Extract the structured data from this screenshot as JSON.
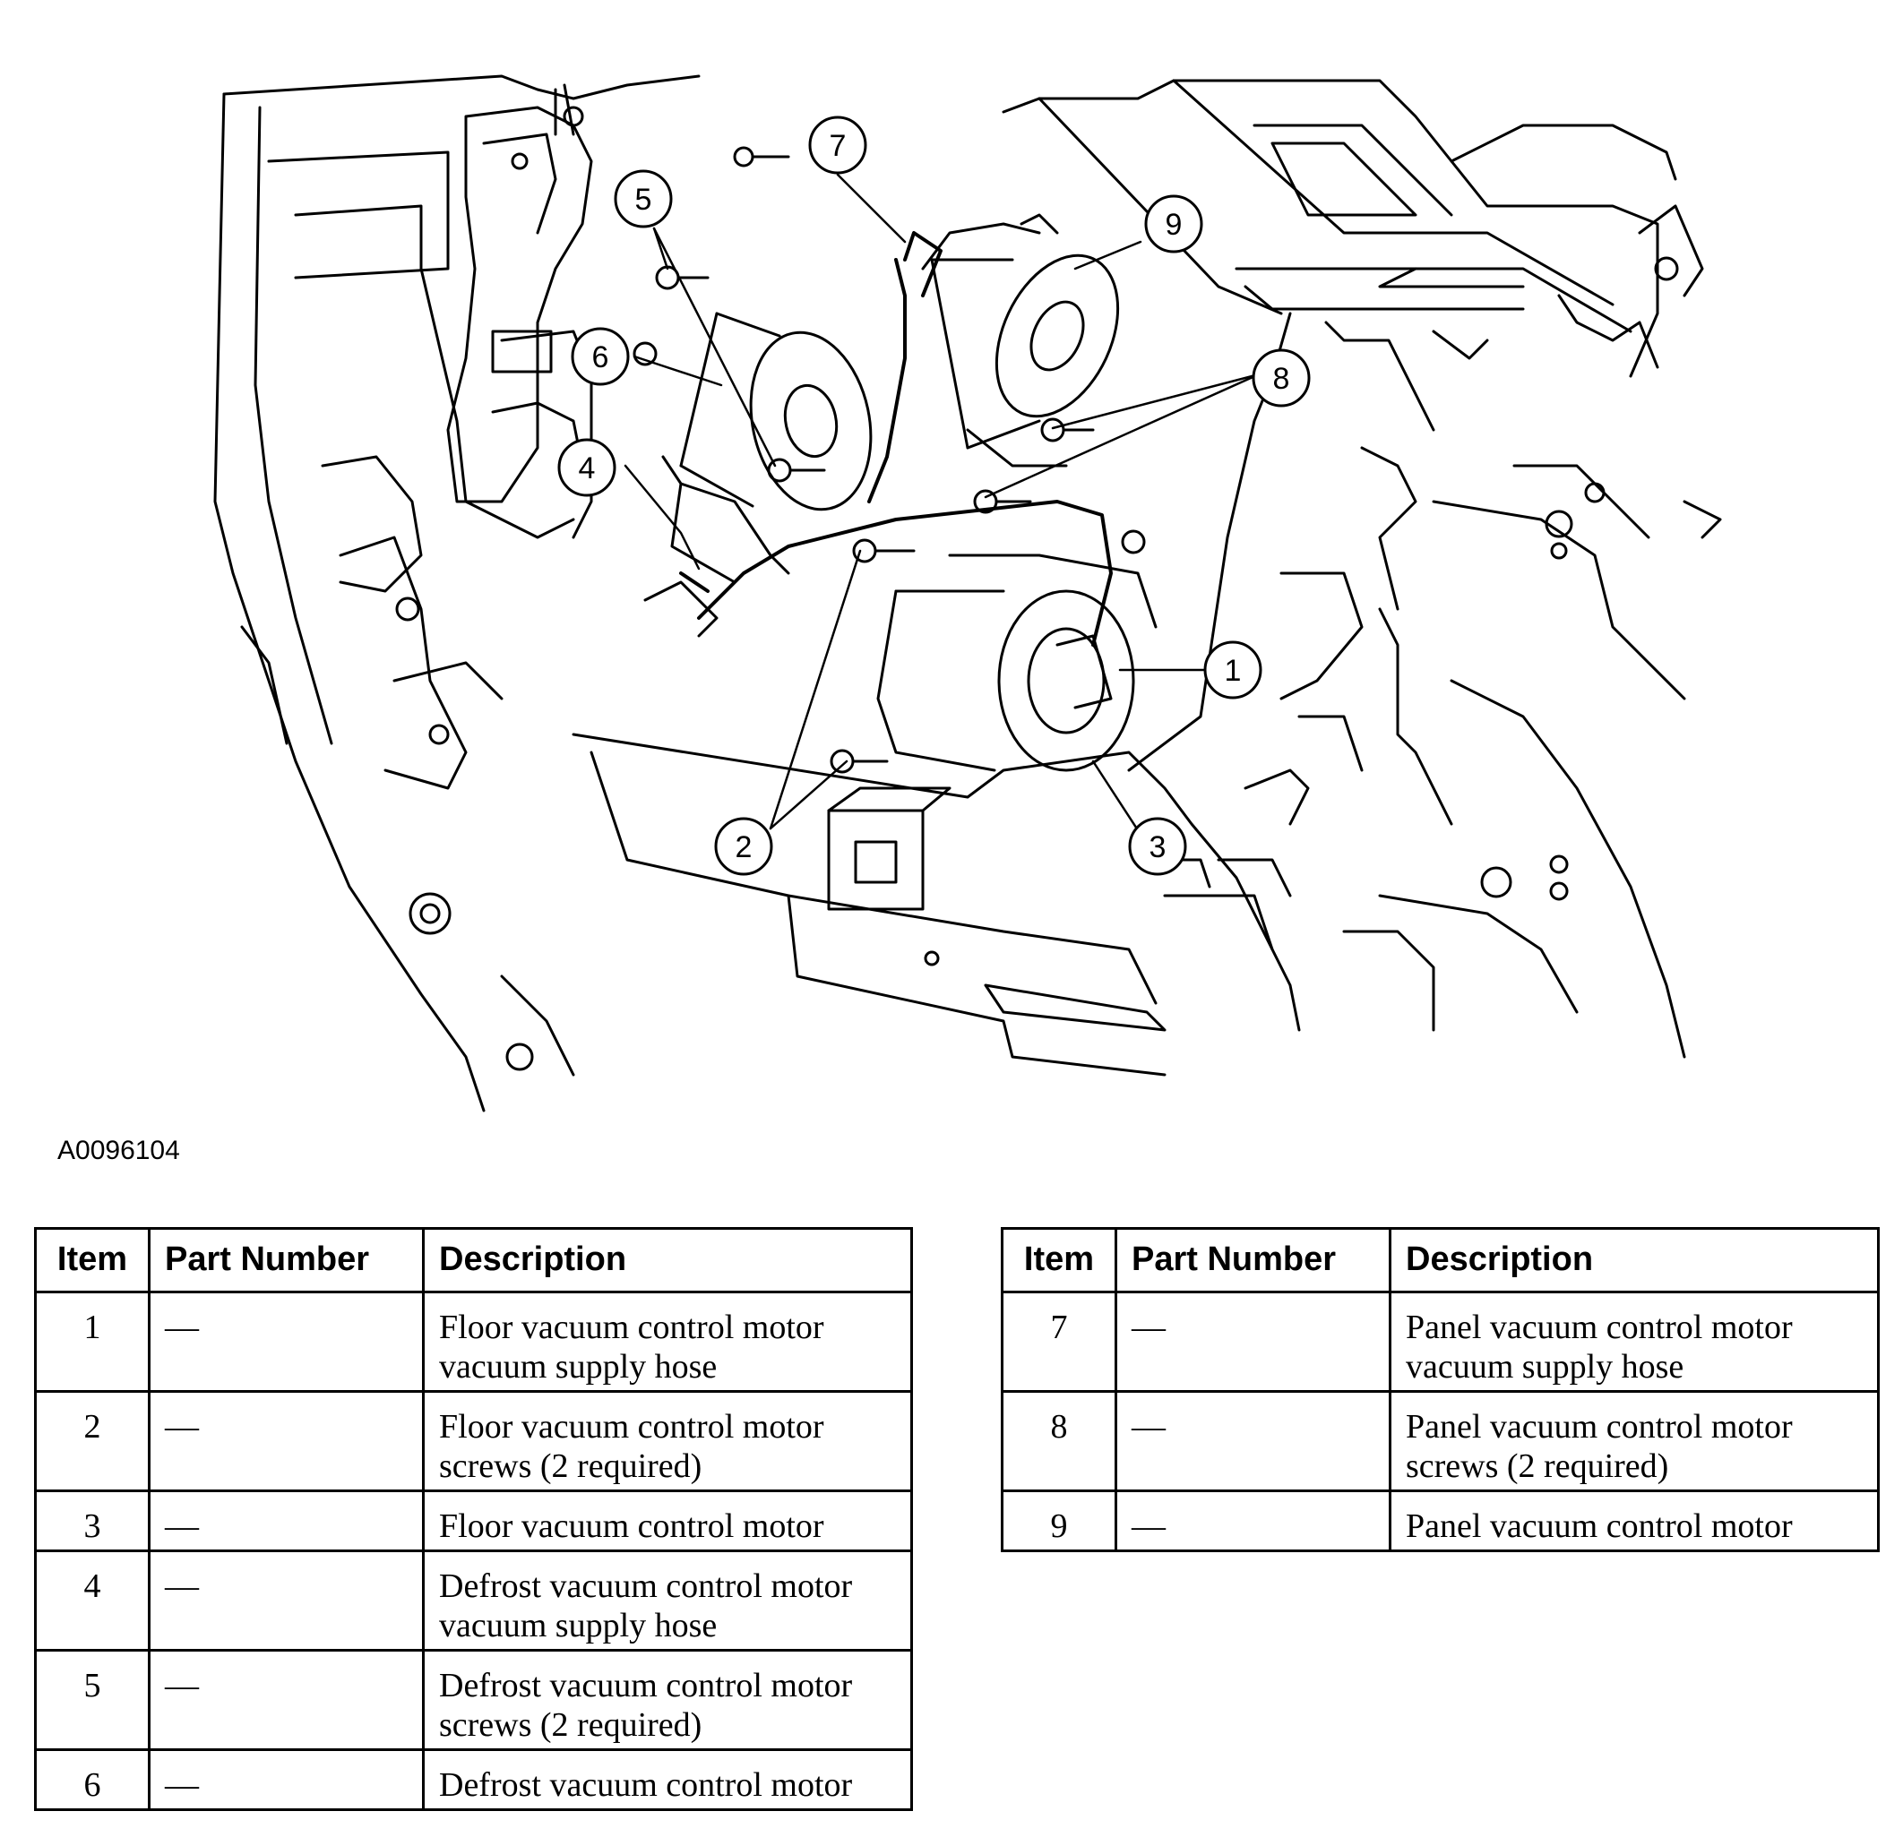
{
  "figure_code": "A0096104",
  "callouts": [
    "1",
    "2",
    "3",
    "4",
    "5",
    "6",
    "7",
    "8",
    "9"
  ],
  "table_headers": {
    "item": "Item",
    "part_number": "Part Number",
    "description": "Description"
  },
  "parts_left": [
    {
      "item": "1",
      "part_number": "—",
      "description": "Floor vacuum control motor vacuum supply hose"
    },
    {
      "item": "2",
      "part_number": "—",
      "description": "Floor vacuum control motor screws (2 required)"
    },
    {
      "item": "3",
      "part_number": "—",
      "description": "Floor vacuum control motor"
    },
    {
      "item": "4",
      "part_number": "—",
      "description": "Defrost vacuum control motor vacuum supply hose"
    },
    {
      "item": "5",
      "part_number": "—",
      "description": "Defrost vacuum control motor screws (2 required)"
    },
    {
      "item": "6",
      "part_number": "—",
      "description": "Defrost vacuum control motor"
    }
  ],
  "parts_right": [
    {
      "item": "7",
      "part_number": "—",
      "description": "Panel vacuum control motor vacuum supply hose"
    },
    {
      "item": "8",
      "part_number": "—",
      "description": "Panel vacuum control motor screws (2 required)"
    },
    {
      "item": "9",
      "part_number": "—",
      "description": "Panel vacuum control motor"
    }
  ]
}
